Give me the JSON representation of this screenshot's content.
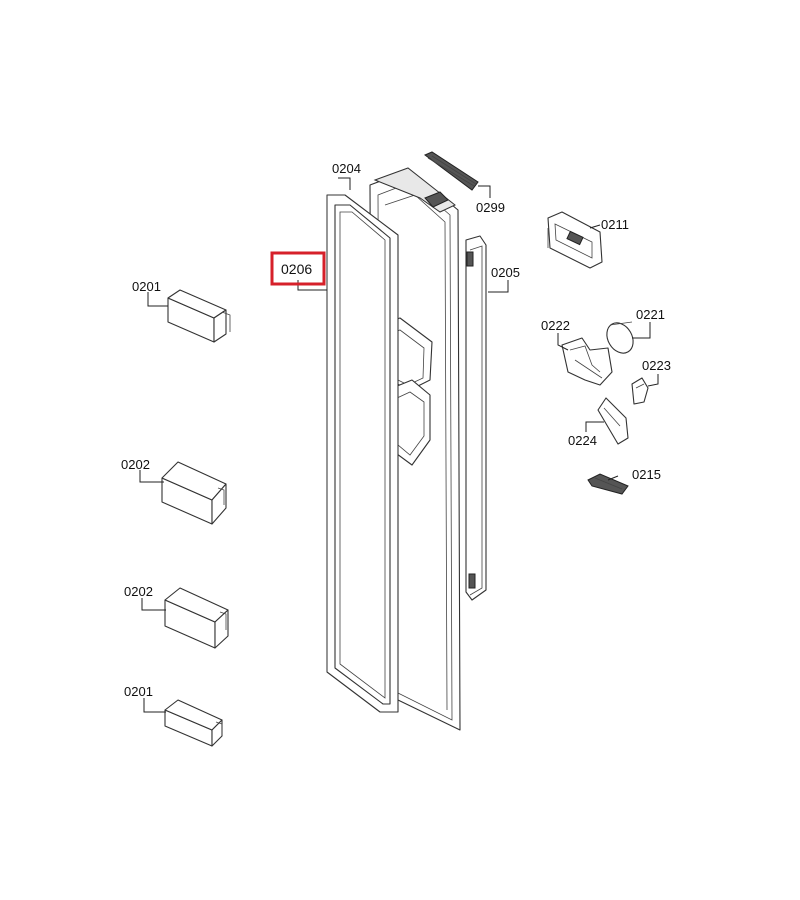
{
  "highlight_color": "#d6202a",
  "labels": {
    "p0204": "0204",
    "p0299": "0299",
    "p0211": "0211",
    "p0206": "0206",
    "p0205": "0205",
    "p0201_top": "0201",
    "p0221": "0221",
    "p0222": "0222",
    "p0223": "0223",
    "p0224": "0224",
    "p0215": "0215",
    "p0202_upper": "0202",
    "p0202_lower": "0202",
    "p0201_bottom": "0201"
  },
  "highlighted_part": "0206"
}
